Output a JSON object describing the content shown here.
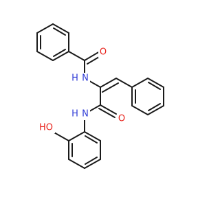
{
  "molecule": {
    "atom_labels": [
      {
        "id": "o-amide-top",
        "text": "O",
        "color": "#e8221b"
      },
      {
        "id": "n-amide-top",
        "text": "N",
        "color": "#2f3bd6"
      },
      {
        "id": "h-amide-top",
        "text": "H",
        "color": "#2f3bd6"
      },
      {
        "id": "o-amide-right",
        "text": "O",
        "color": "#e8221b"
      },
      {
        "id": "n-amide-left",
        "text": "N",
        "color": "#2f3bd6"
      },
      {
        "id": "h-amide-left",
        "text": "H",
        "color": "#2f3bd6"
      },
      {
        "id": "o-hydroxyl",
        "text": "HO",
        "color": "#e8221b"
      }
    ]
  }
}
